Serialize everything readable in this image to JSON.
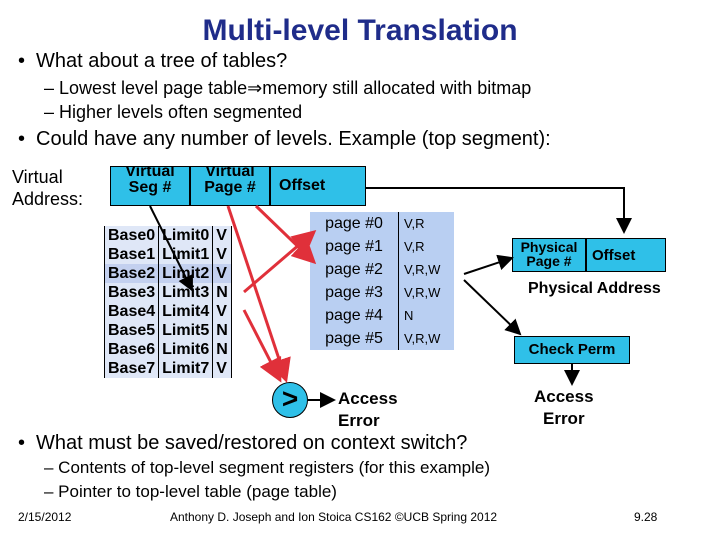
{
  "title": "Multi-level Translation",
  "bullets": {
    "b1": "What about a tree of tables?",
    "b1_sub1": "– Lowest level page table⇒memory still allocated with bitmap",
    "b1_sub2": "– Higher levels often segmented",
    "b2": "Could have any number of levels. Example (top segment):",
    "b3": "What must be saved/restored on context switch?",
    "b3_sub1": "– Contents of top-level segment registers (for this example)",
    "b3_sub2": "– Pointer to top-level table (page table)"
  },
  "virtual_address": {
    "label_line1": "Virtual",
    "label_line2": "Address:",
    "seg_line1": "Virtual",
    "seg_line2": "Seg #",
    "page_line1": "Virtual",
    "page_line2": "Page #",
    "offset": "Offset"
  },
  "segment_table": [
    {
      "base": "Base0",
      "limit": "Limit0",
      "valid": "V"
    },
    {
      "base": "Base1",
      "limit": "Limit1",
      "valid": "V"
    },
    {
      "base": "Base2",
      "limit": "Limit2",
      "valid": "V"
    },
    {
      "base": "Base3",
      "limit": "Limit3",
      "valid": "N"
    },
    {
      "base": "Base4",
      "limit": "Limit4",
      "valid": "V"
    },
    {
      "base": "Base5",
      "limit": "Limit5",
      "valid": "N"
    },
    {
      "base": "Base6",
      "limit": "Limit6",
      "valid": "N"
    },
    {
      "base": "Base7",
      "limit": "Limit7",
      "valid": "V"
    }
  ],
  "page_table": [
    {
      "page": "page #0",
      "perm": "V,R"
    },
    {
      "page": "page #1",
      "perm": "V,R"
    },
    {
      "page": "page #2",
      "perm": "V,R,W"
    },
    {
      "page": "page #3",
      "perm": "V,R,W"
    },
    {
      "page": "page #4",
      "perm": "N"
    },
    {
      "page": "page #5",
      "perm": "V,R,W"
    }
  ],
  "physical": {
    "page_line1": "Physical",
    "page_line2": "Page #",
    "offset": "Offset",
    "label": "Physical Address"
  },
  "check_perm": "Check Perm",
  "compare": ">",
  "access_error_1": {
    "line1": "Access",
    "line2": "Error"
  },
  "access_error_2": {
    "line1": "Access",
    "line2": "Error"
  },
  "footer": {
    "date": "2/15/2012",
    "credit": "Anthony D. Joseph and Ion Stoica CS162 ©UCB Spring 2012",
    "slide": "9.28"
  },
  "colors": {
    "title": "#1f2c8a",
    "box_fill": "#2fc0e8",
    "table_fill": "#dfe7f7",
    "page_fill": "#b9cff2",
    "arrow_red": "#e0303a"
  }
}
